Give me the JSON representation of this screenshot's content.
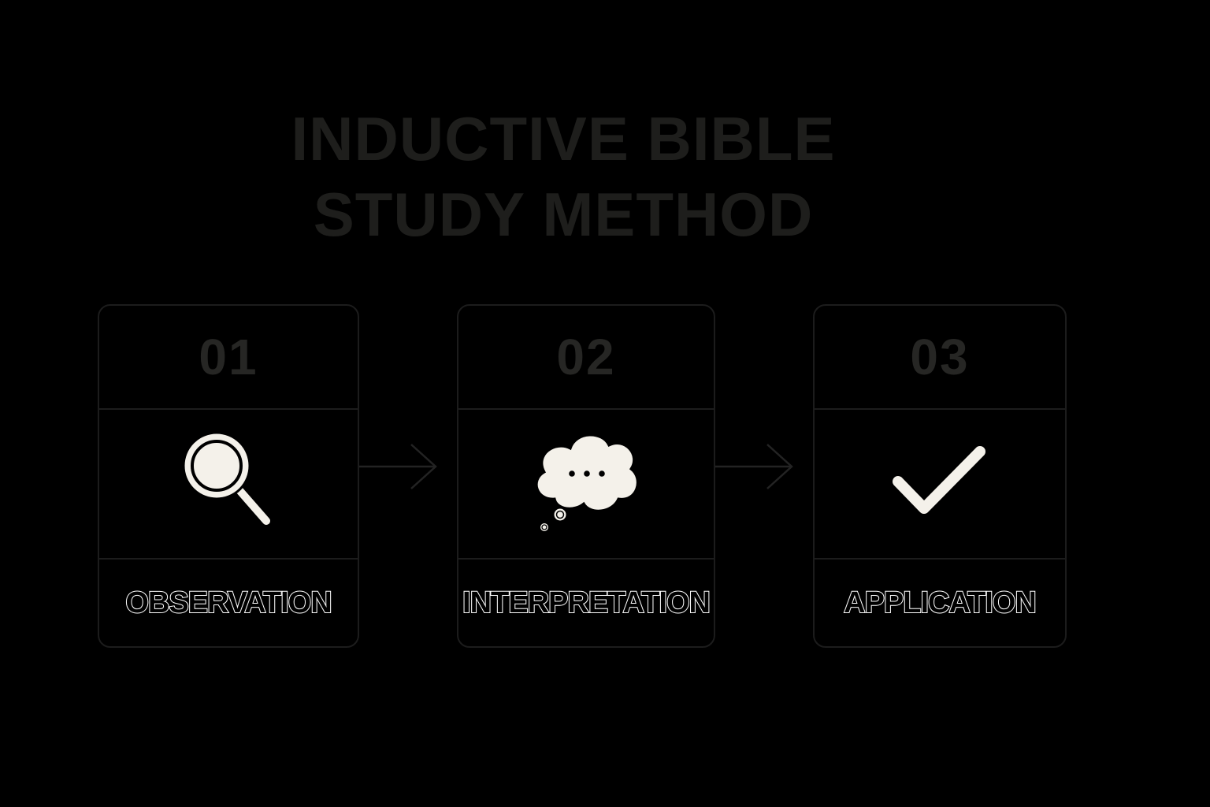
{
  "title": {
    "line1": "INDUCTIVE BIBLE",
    "line2": "STUDY METHOD"
  },
  "steps": [
    {
      "number": "01",
      "label": "OBSERVATION",
      "icon": "magnifying-glass-icon"
    },
    {
      "number": "02",
      "label": "INTERPRETATION",
      "icon": "thought-bubble-icon"
    },
    {
      "number": "03",
      "label": "APPLICATION",
      "icon": "checkmark-icon"
    }
  ],
  "colors": {
    "background": "#000000",
    "title": "#1e1e1c",
    "card_border": "#1c1c1c",
    "icon_fill": "#f4f1ea",
    "label_outline": "#ffffff"
  }
}
